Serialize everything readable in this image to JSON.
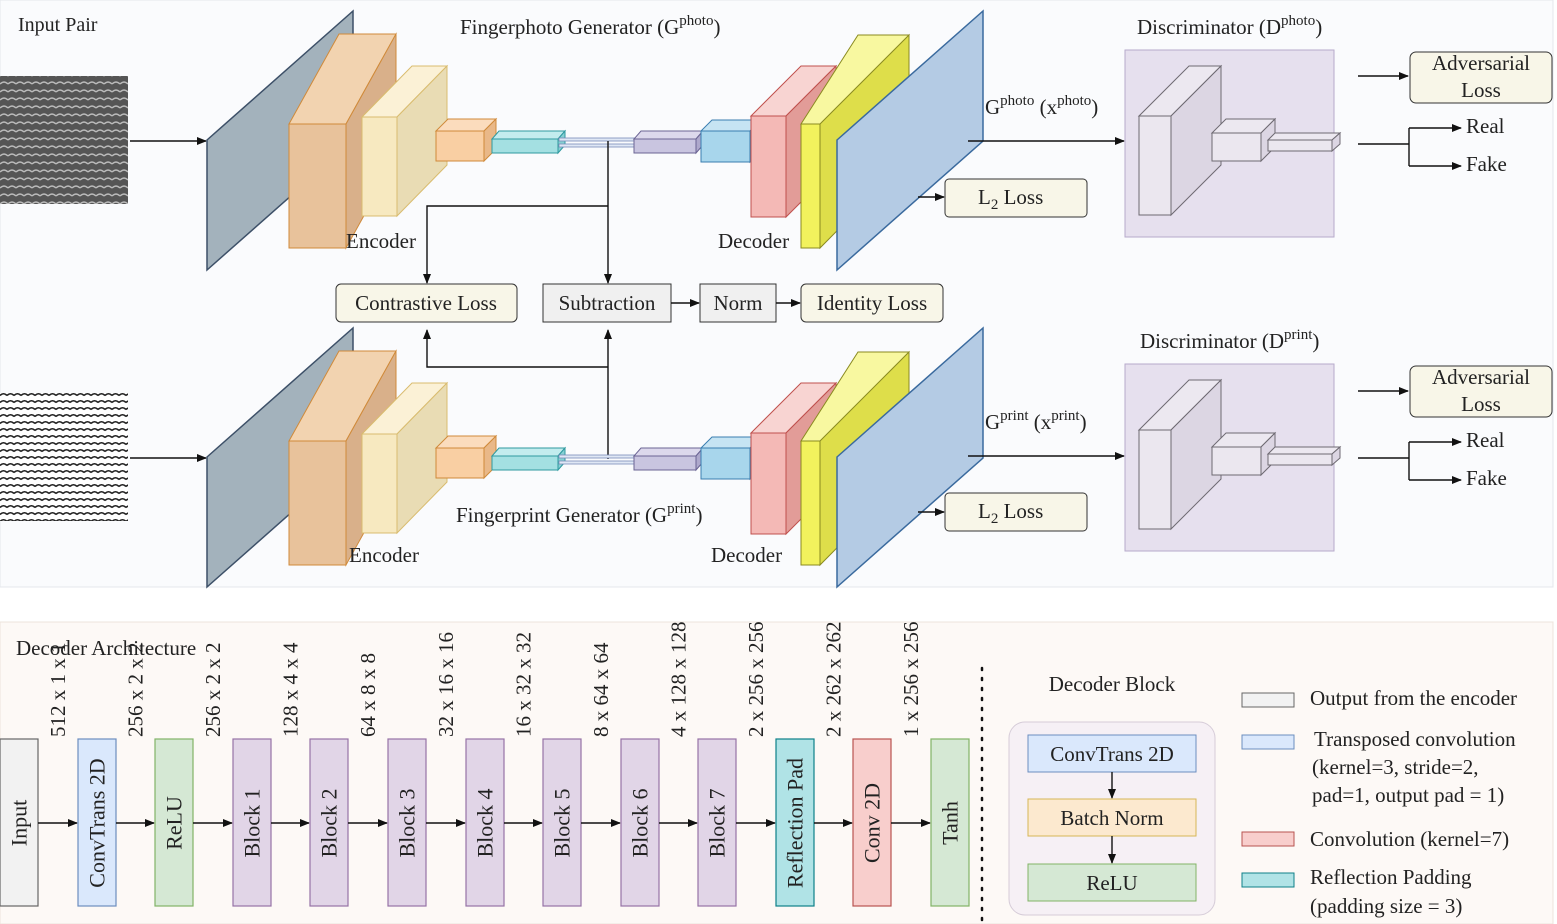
{
  "top": {
    "input_pair": "Input Pair",
    "photo_gen": {
      "text": "Fingerphoto Generator (G",
      "sup": "photo",
      "close": ")"
    },
    "print_gen": {
      "text": "Fingerprint Generator (G",
      "sup": "print",
      "close": ")"
    },
    "disc_photo": {
      "text": "Discriminator (D",
      "sup": "photo",
      "close": ")"
    },
    "disc_print": {
      "text": "Discriminator (D",
      "sup": "print",
      "close": ")"
    },
    "gout_photo": {
      "g": "G",
      "sup1": "photo",
      "mid": " (x",
      "sup2": "photo",
      "close": ")"
    },
    "gout_print": {
      "g": "G",
      "sup1": "print",
      "mid": " (x",
      "sup2": "print",
      "close": ")"
    },
    "encoder": "Encoder",
    "decoder": "Decoder",
    "adversarial_1": "Adversarial",
    "adversarial_2": "Loss",
    "real": "Real",
    "fake": "Fake",
    "l2": {
      "l": "L",
      "sub": "2",
      "rest": " Loss"
    },
    "contrastive": "Contrastive Loss",
    "subtraction": "Subtraction",
    "norm": "Norm",
    "identity": "Identity Loss"
  },
  "decoder_arch": {
    "title": "Decoder Architecture",
    "blocks": [
      "Input",
      "ConvTrans 2D",
      "ReLU",
      "Block 1",
      "Block 2",
      "Block 3",
      "Block 4",
      "Block 5",
      "Block 6",
      "Block 7",
      "Reflection Pad",
      "Conv 2D",
      "Tanh"
    ],
    "dims": [
      "512 x 1 x 1",
      "256 x 2 x 2",
      "256 x 2 x 2",
      "128 x 4 x 4",
      "64 x 8 x 8",
      "32 x 16 x 16",
      "16 x 32 x 32",
      "8 x 64 x 64",
      "4 x 128 x 128",
      "2 x 256 x 256",
      "2 x 262 x 262",
      "1 x 256 x 256"
    ]
  },
  "decoder_block": {
    "title": "Decoder Block",
    "items": [
      "ConvTrans 2D",
      "Batch Norm",
      "ReLU"
    ]
  },
  "legend": {
    "items": [
      {
        "lines": [
          "Output from the encoder"
        ],
        "color": "#f2f2f2"
      },
      {
        "lines": [
          "Transposed convolution",
          "(kernel=3, stride=2,",
          "pad=1, output pad = 1)"
        ],
        "color": "#dae8fc"
      },
      {
        "lines": [
          "Convolution (kernel=7)"
        ],
        "color": "#f8cecc"
      },
      {
        "lines": [
          "Reflection Padding",
          "(padding size = 3)"
        ],
        "color": "#b0e3e6"
      }
    ]
  },
  "colors": {
    "input_slab": "#a3b2bc",
    "enc1": "#e8c29b",
    "enc2": "#f7e9c0",
    "enc3": "#f9cfa3",
    "bottleneck": "#a4e0e2",
    "latent": "#c9c5e0",
    "dec1": "#a8d6ec",
    "dec2": "#f4b9b6",
    "dec3": "#f2f25d",
    "output_slab": "#b4cbe4",
    "loss_box": "#f8f6e8",
    "norm_box": "#f0f0f0",
    "disc_bg": "#e6e0ee"
  }
}
